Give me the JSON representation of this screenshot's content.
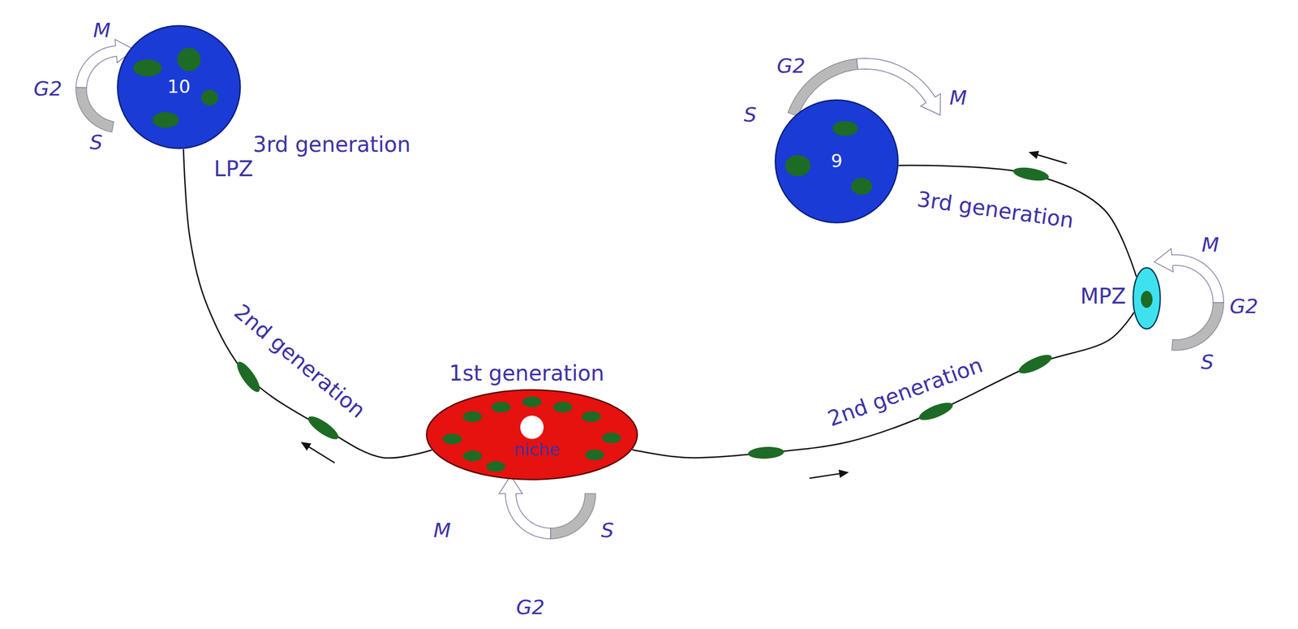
{
  "diagram": {
    "nodes": [
      {
        "text": [
          "10",
          "3rd generation",
          "LPZ"
        ]
      },
      {
        "text": [
          "9"
        ]
      },
      {
        "text": [
          "MPZ"
        ]
      },
      {
        "text": [
          "1st generation",
          "niche"
        ]
      }
    ],
    "edges": [
      {
        "from": 3,
        "to": 0,
        "arrow": "to",
        "label": "2nd generation"
      },
      {
        "from": 3,
        "to": 2,
        "arrow": "to",
        "label": "2nd generation"
      },
      {
        "from": 2,
        "to": 1,
        "arrow": "to",
        "label": "3rd generation"
      }
    ],
    "labels": [
      "M",
      "G2",
      "S",
      "G2",
      "S",
      "M",
      "M",
      "G2",
      "S",
      "M",
      "S",
      "G2"
    ]
  }
}
